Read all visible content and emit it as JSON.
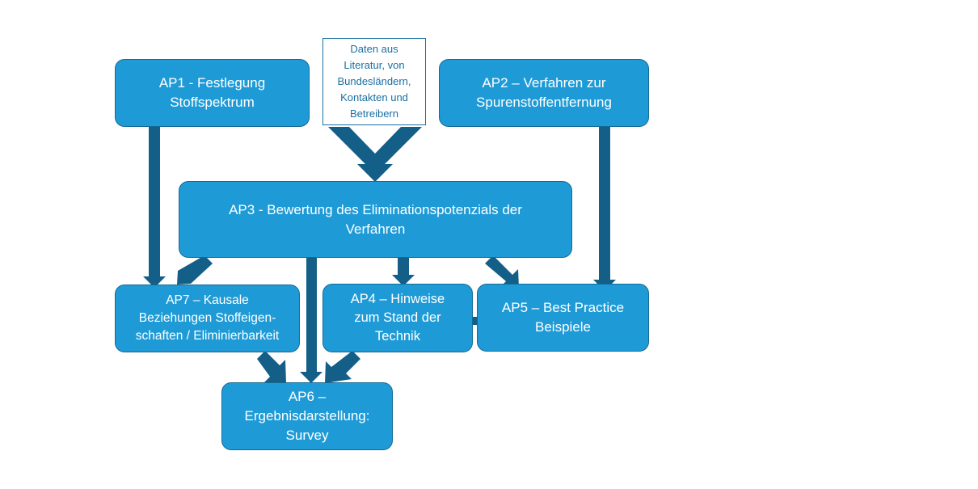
{
  "colors": {
    "box_fill": "#1e9bd7",
    "box_border": "#146a94",
    "arrow": "#145f88",
    "source_text": "#1a6fa3"
  },
  "source": {
    "text": "Daten aus\nLiteratur, von\nBundesländern,\nKontakten und\nBetreibern"
  },
  "boxes": {
    "ap1": "AP1 - Festlegung\nStoffspektrum",
    "ap2": "AP2 – Verfahren zur\nSpurenstoffentfernung",
    "ap3": "AP3 - Bewertung des Eliminationspotenzials der\nVerfahren",
    "ap7": "AP7 – Kausale\nBeziehungen Stoffeigen-\nschaften / Eliminierbarkeit",
    "ap4": "AP4 – Hinweise\nzum Stand der\nTechnik",
    "ap5": "AP5 – Best Practice\nBeispiele",
    "ap6": "AP6 –\nErgebnisdarstellung:\nSurvey"
  }
}
